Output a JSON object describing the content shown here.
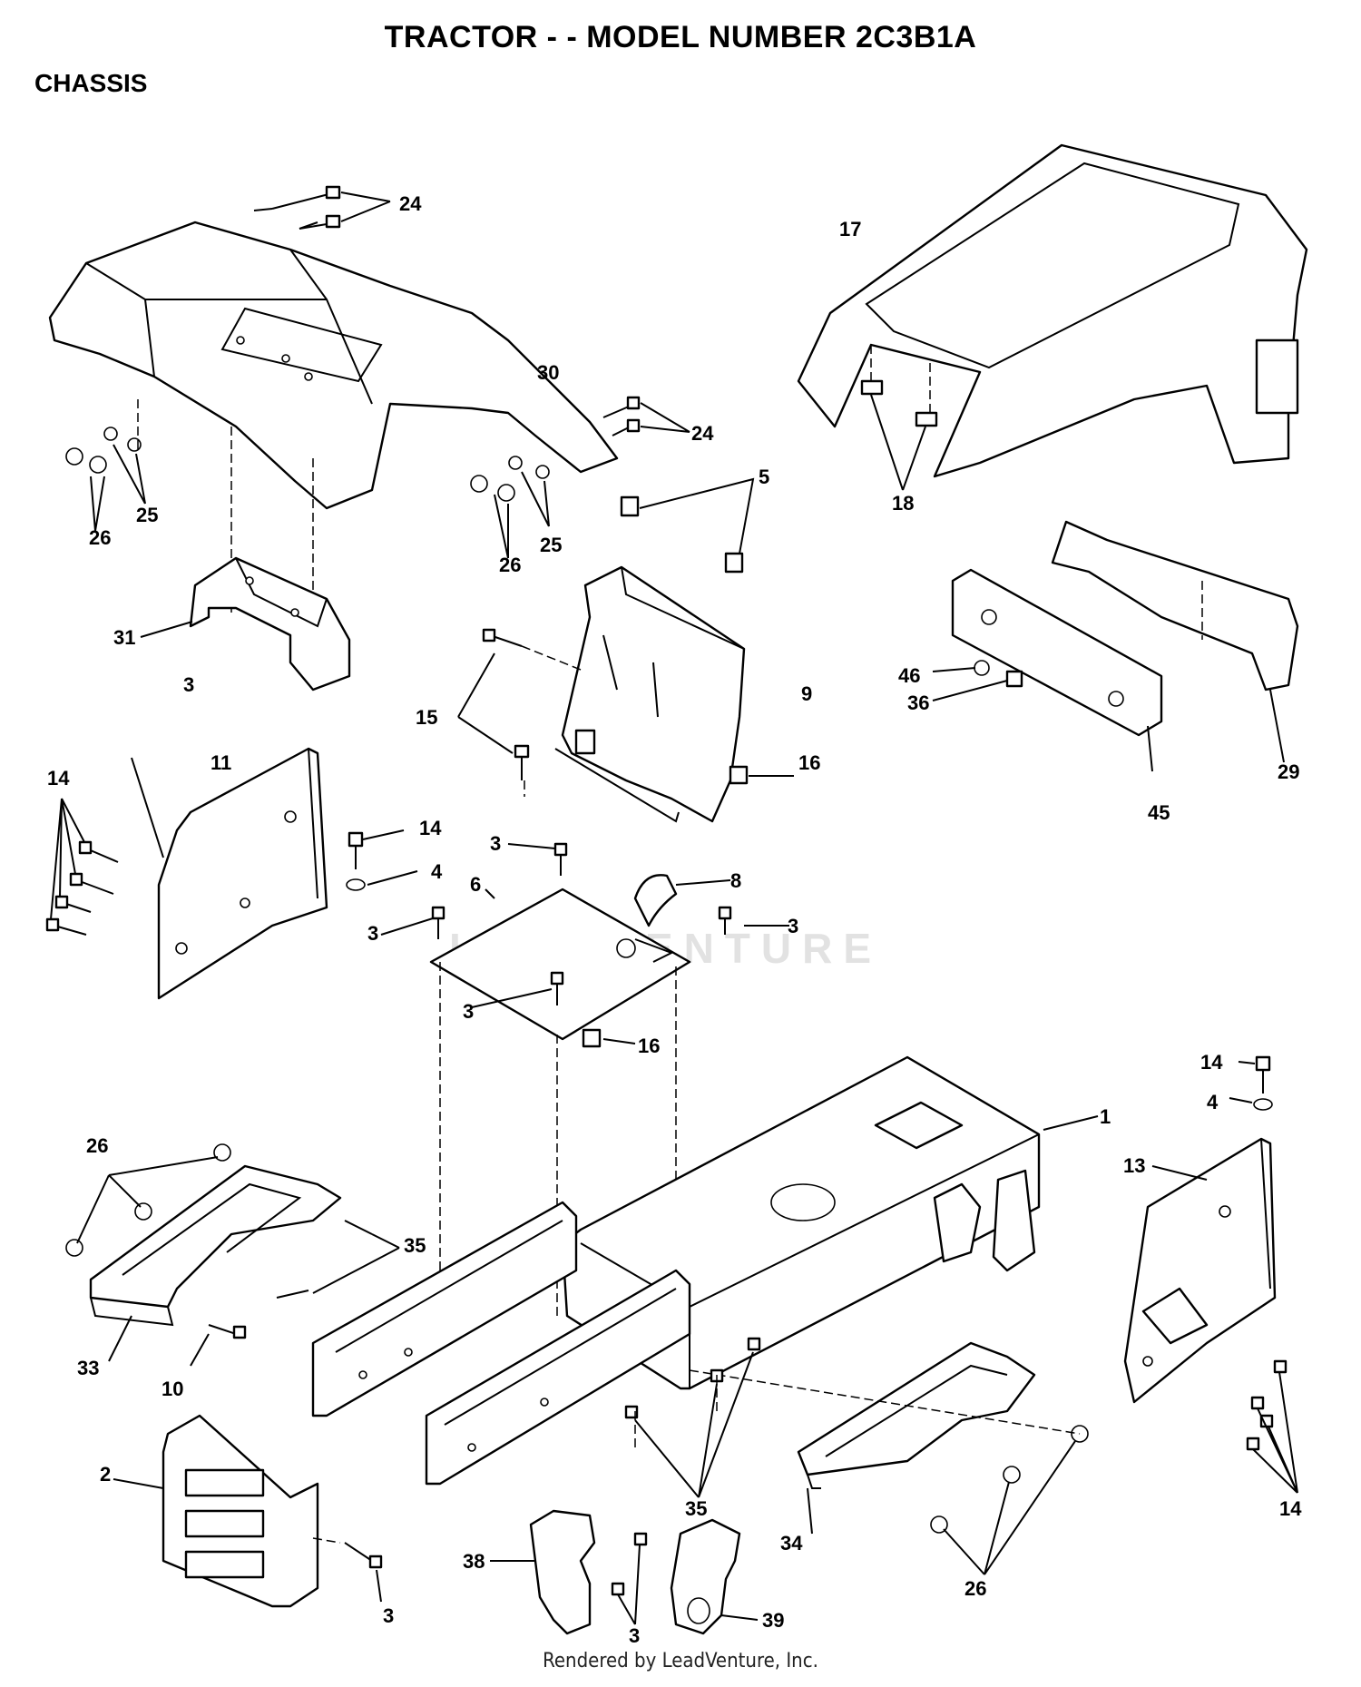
{
  "header": {
    "title": "TRACTOR - - MODEL NUMBER 2C3B1A",
    "subtitle": "CHASSIS"
  },
  "watermark": "LEADVENTURE",
  "footer": "Rendered by LeadVenture, Inc.",
  "callouts": [
    {
      "id": "c24a",
      "label": "24"
    },
    {
      "id": "c17",
      "label": "17"
    },
    {
      "id": "c30",
      "label": "30"
    },
    {
      "id": "c24b",
      "label": "24"
    },
    {
      "id": "c25a",
      "label": "25"
    },
    {
      "id": "c26a",
      "label": "26"
    },
    {
      "id": "c26b",
      "label": "26"
    },
    {
      "id": "c25b",
      "label": "25"
    },
    {
      "id": "c18",
      "label": "18"
    },
    {
      "id": "c5",
      "label": "5"
    },
    {
      "id": "c31",
      "label": "31"
    },
    {
      "id": "c3a",
      "label": "3"
    },
    {
      "id": "c9",
      "label": "9"
    },
    {
      "id": "c46",
      "label": "46"
    },
    {
      "id": "c36",
      "label": "36"
    },
    {
      "id": "c29",
      "label": "29"
    },
    {
      "id": "c15",
      "label": "15"
    },
    {
      "id": "c16a",
      "label": "16"
    },
    {
      "id": "c45",
      "label": "45"
    },
    {
      "id": "c11",
      "label": "11"
    },
    {
      "id": "c14a",
      "label": "14"
    },
    {
      "id": "c14b",
      "label": "14"
    },
    {
      "id": "c4a",
      "label": "4"
    },
    {
      "id": "c3b",
      "label": "3"
    },
    {
      "id": "c8",
      "label": "8"
    },
    {
      "id": "c6",
      "label": "6"
    },
    {
      "id": "c3c",
      "label": "3"
    },
    {
      "id": "c3d",
      "label": "3"
    },
    {
      "id": "c3e",
      "label": "3"
    },
    {
      "id": "c16b",
      "label": "16"
    },
    {
      "id": "c14c",
      "label": "14"
    },
    {
      "id": "c4b",
      "label": "4"
    },
    {
      "id": "c1",
      "label": "1"
    },
    {
      "id": "c13",
      "label": "13"
    },
    {
      "id": "c26c",
      "label": "26"
    },
    {
      "id": "c35a",
      "label": "35"
    },
    {
      "id": "c33",
      "label": "33"
    },
    {
      "id": "c10",
      "label": "10"
    },
    {
      "id": "c2",
      "label": "2"
    },
    {
      "id": "c35b",
      "label": "35"
    },
    {
      "id": "c14d",
      "label": "14"
    },
    {
      "id": "c38",
      "label": "38"
    },
    {
      "id": "c3f",
      "label": "3"
    },
    {
      "id": "c39",
      "label": "39"
    },
    {
      "id": "c34",
      "label": "34"
    },
    {
      "id": "c26d",
      "label": "26"
    },
    {
      "id": "c3g",
      "label": "3"
    }
  ]
}
